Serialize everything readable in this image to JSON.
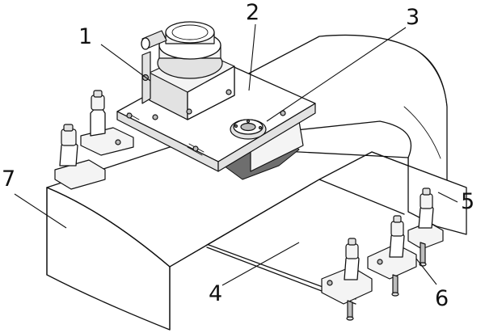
{
  "figure": {
    "callouts": [
      {
        "id": "1",
        "label": "1"
      },
      {
        "id": "2",
        "label": "2"
      },
      {
        "id": "3",
        "label": "3"
      },
      {
        "id": "4",
        "label": "4"
      },
      {
        "id": "5",
        "label": "5"
      },
      {
        "id": "6",
        "label": "6"
      },
      {
        "id": "7",
        "label": "7"
      }
    ]
  }
}
